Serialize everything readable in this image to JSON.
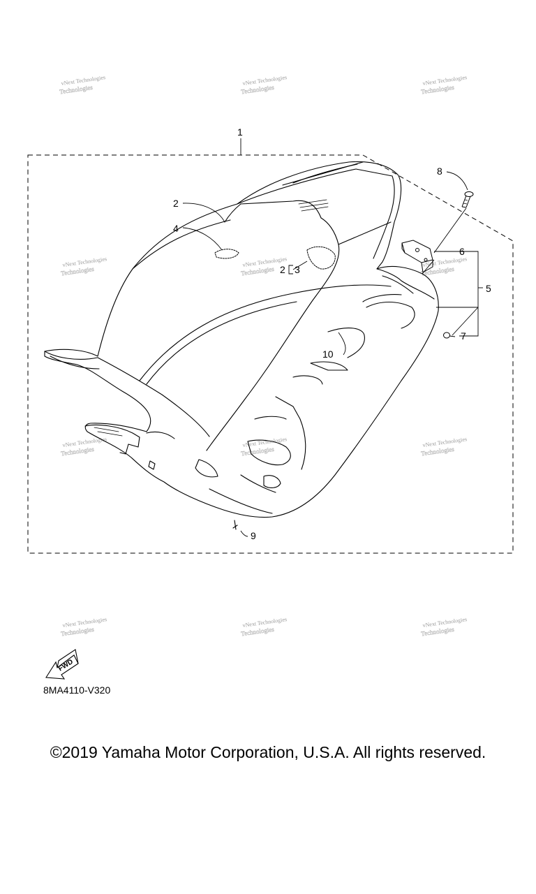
{
  "callouts": {
    "c1": "1",
    "c2": "2",
    "c2b": "2",
    "c3": "3",
    "c4": "4",
    "c5": "5",
    "c6": "6",
    "c7": "7",
    "c8": "8",
    "c9": "9",
    "c10": "10"
  },
  "watermark": {
    "line1": "vNext Technologies",
    "line2": "Technologies"
  },
  "fwd_label": "FWD",
  "diagram_code": "8MA4110-V320",
  "copyright": "©2019 Yamaha Motor Corporation, U.S.A. All rights reserved.",
  "colors": {
    "line": "#000000",
    "watermark": "#9a9a9a",
    "background": "#ffffff"
  },
  "icons": [
    "fwd-arrow-icon",
    "bolt-icon",
    "clip-icon",
    "bracket-icon"
  ]
}
